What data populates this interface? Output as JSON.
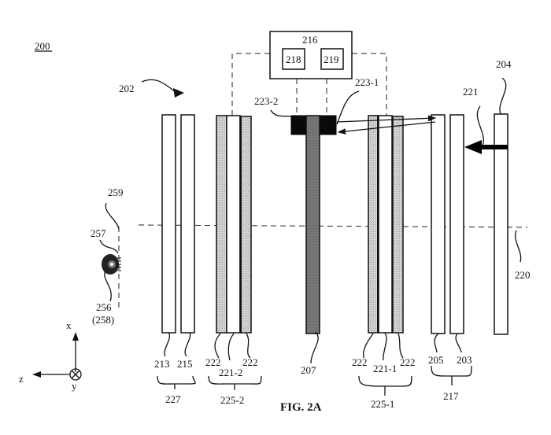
{
  "figure": {
    "title": "FIG. 2A",
    "system_ref": "200"
  },
  "labels": {
    "display_device": "202",
    "light_source": "204",
    "controller": "216",
    "controller_sub_a": "218",
    "controller_sub_b": "219",
    "coupler_1": "223-1",
    "coupler_2": "223-2",
    "input_light": "221",
    "optical_axis": "220",
    "eyebox_plane": "259",
    "pupil": "257",
    "eye": "256",
    "eye_alt": "(258)",
    "lens_213": "213",
    "lens_215": "215",
    "grating_222_a": "222",
    "grating_222_b": "222",
    "grating_222_c": "222",
    "grating_222_d": "222",
    "liquid_crystal_2": "221-2",
    "liquid_crystal_1": "221-1",
    "waveguide": "207",
    "lens_205": "205",
    "lens_203": "203",
    "group_227": "227",
    "group_225_2": "225-2",
    "group_225_1": "225-1",
    "group_217": "217"
  },
  "axes": {
    "x": "x",
    "y": "y",
    "z": "z"
  }
}
